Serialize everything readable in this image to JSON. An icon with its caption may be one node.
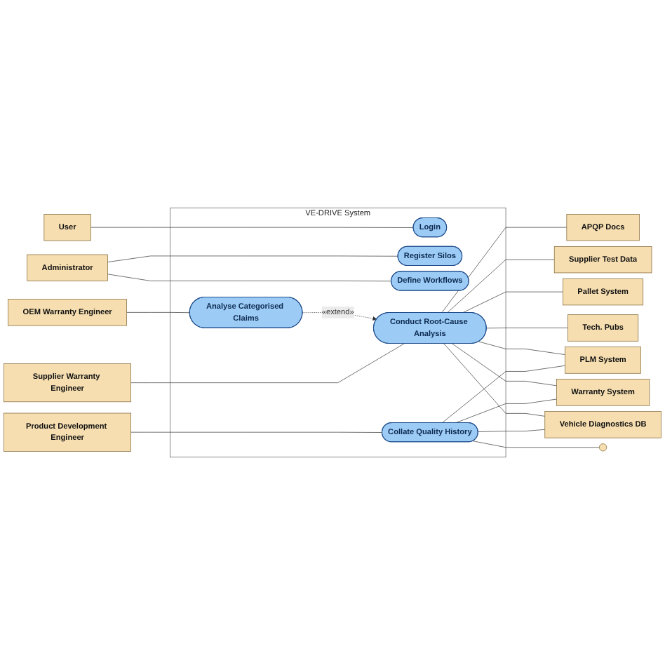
{
  "diagram": {
    "nodes": [
      {
        "text": [
          "User"
        ]
      },
      {
        "text": [
          "Administrator"
        ]
      },
      {
        "text": [
          "OEM Warranty Engineer"
        ]
      },
      {
        "text": [
          "Supplier Warranty Engineer"
        ]
      },
      {
        "text": [
          "Product Development Engineer"
        ]
      },
      {
        "text": [
          "VE-DRIVE System"
        ]
      },
      {
        "text": [
          "Login"
        ],
        "in": 5
      },
      {
        "text": [
          "Register Silos"
        ],
        "in": 5
      },
      {
        "text": [
          "Define Workflows"
        ],
        "in": 5
      },
      {
        "text": [
          "Analyse Categorised Claims"
        ],
        "in": 5
      },
      {
        "text": [
          "Conduct Root-Cause Analysis"
        ],
        "in": 5
      },
      {
        "text": [
          "Collate Quality History"
        ],
        "in": 5
      },
      {
        "text": [
          "APQP Docs"
        ]
      },
      {
        "text": [
          "Supplier Test Data"
        ]
      },
      {
        "text": [
          "Pallet System"
        ]
      },
      {
        "text": [
          "Tech. Pubs"
        ]
      },
      {
        "text": [
          "PLM System"
        ]
      },
      {
        "text": [
          "Warranty System"
        ]
      },
      {
        "text": [
          "Vehicle Diagnostics DB"
        ]
      },
      {
        "text": [],
        "shape": "person"
      }
    ],
    "edges": [
      {
        "from": 0,
        "to": 6,
        "arrow": "none"
      },
      {
        "from": 1,
        "to": 7,
        "arrow": "none"
      },
      {
        "from": 1,
        "to": 8,
        "arrow": "none"
      },
      {
        "from": 2,
        "to": 9,
        "arrow": "none"
      },
      {
        "from": 9,
        "to": 10,
        "arrow": "to",
        "style": "dashed",
        "label": "«extend»"
      },
      {
        "from": 3,
        "to": 10,
        "arrow": "none"
      },
      {
        "from": 4,
        "to": 11,
        "arrow": "none"
      },
      {
        "from": 10,
        "to": 12,
        "arrow": "none"
      },
      {
        "from": 10,
        "to": 13,
        "arrow": "none"
      },
      {
        "from": 10,
        "to": 14,
        "arrow": "none"
      },
      {
        "from": 10,
        "to": 15,
        "arrow": "none"
      },
      {
        "from": 10,
        "to": 16,
        "arrow": "none"
      },
      {
        "from": 10,
        "to": 17,
        "arrow": "none"
      },
      {
        "from": 10,
        "to": 18,
        "arrow": "none"
      },
      {
        "from": 11,
        "to": 16,
        "arrow": "none"
      },
      {
        "from": 11,
        "to": 17,
        "arrow": "none"
      },
      {
        "from": 11,
        "to": 18,
        "arrow": "none"
      },
      {
        "from": 11,
        "to": 19,
        "arrow": "none"
      }
    ]
  }
}
